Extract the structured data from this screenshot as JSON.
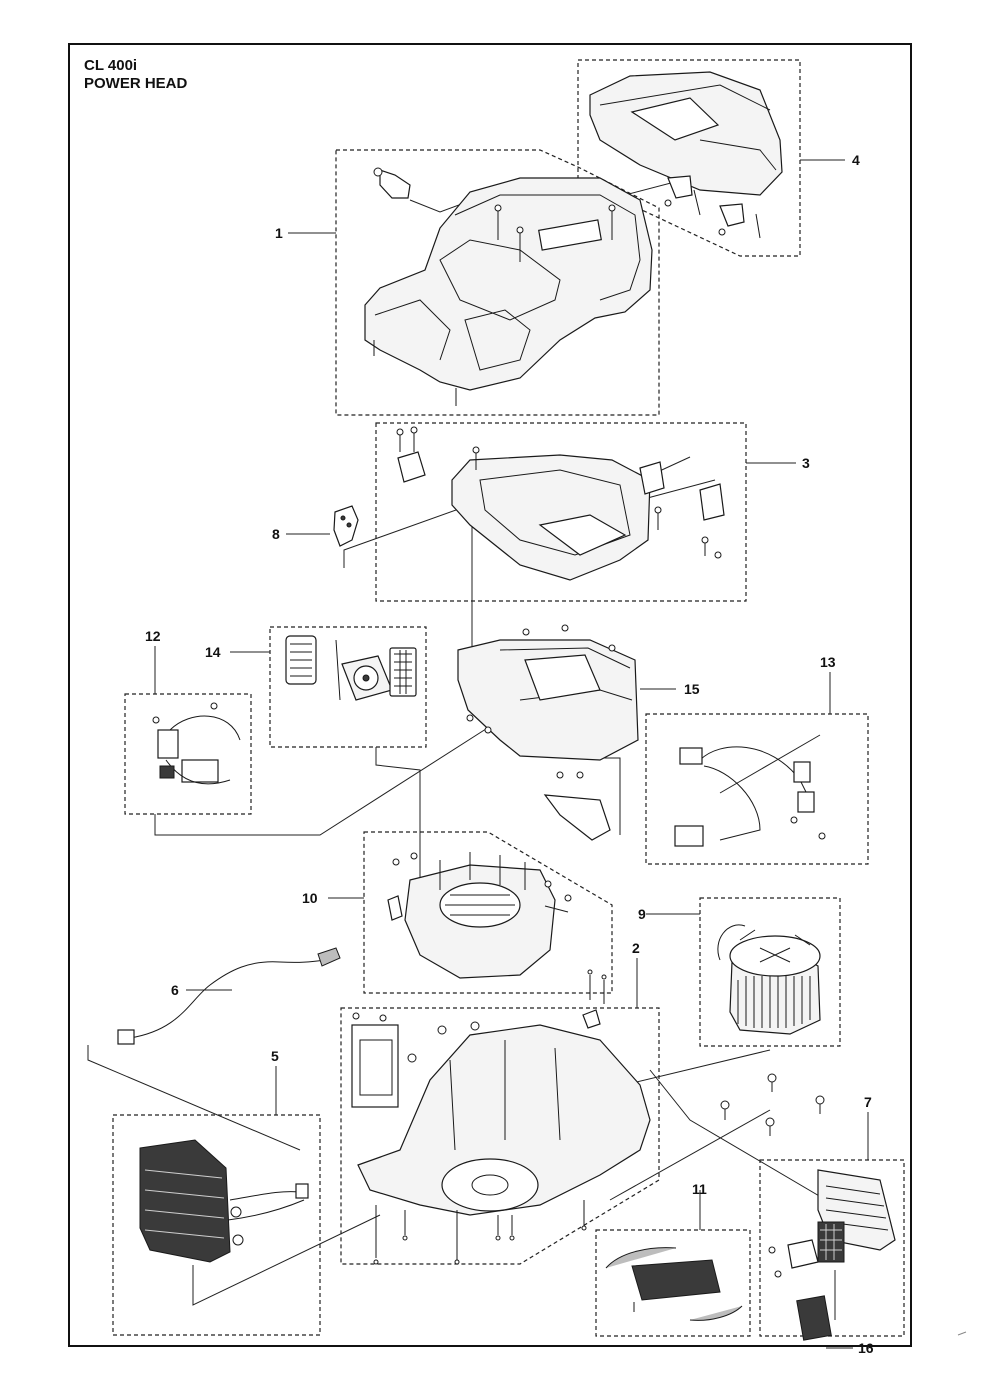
{
  "title": {
    "model": "CL 400i",
    "section": "POWER HEAD"
  },
  "callouts": [
    "1",
    "2",
    "3",
    "4",
    "5",
    "6",
    "7",
    "8",
    "9",
    "10",
    "11",
    "12",
    "13",
    "14",
    "15",
    "16"
  ]
}
